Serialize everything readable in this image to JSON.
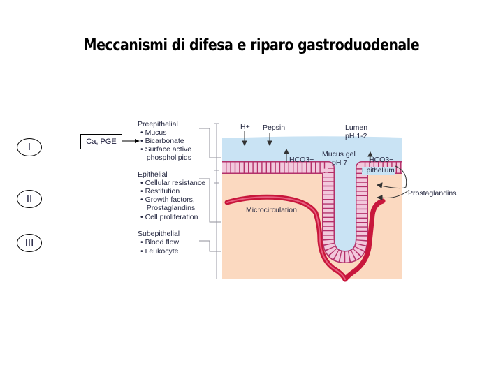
{
  "title": "Meccanismi di difesa e riparo gastroduodenale",
  "levels": [
    "I",
    "II",
    "III"
  ],
  "ca_box": "Ca, PGE",
  "left_labels": {
    "preepithelial": {
      "heading": "Preepithelial",
      "items": [
        "• Mucus",
        "• Bicarbonate",
        "• Surface active",
        "   phospholipids"
      ]
    },
    "epithelial": {
      "heading": "Epithelial",
      "items": [
        "• Cellular resistance",
        "• Restitution",
        "• Growth factors,",
        "   Prostaglandins",
        "• Cell proliferation"
      ]
    },
    "subepithelial": {
      "heading": "Subepithelial",
      "items": [
        "• Blood flow",
        "• Leukocyte"
      ]
    }
  },
  "figure": {
    "h_plus": "H+",
    "pepsin": "Pepsin",
    "lumen": "Lumen",
    "lumen_ph": "pH 1-2",
    "hco3_left": "HCO3−",
    "mucus_gel": "Mucus gel",
    "mucus_ph": "pH 7",
    "hco3_right": "HCO3−",
    "epithelium": "Epithelium",
    "prostaglandins": "Prostaglandins",
    "microcirculation": "Microcirculation"
  },
  "colors": {
    "mucus": "#c9e3f4",
    "tissue": "#fbd9c0",
    "vessel": "#c8173c",
    "cells": "#f2c8dc",
    "text": "#23263f"
  }
}
